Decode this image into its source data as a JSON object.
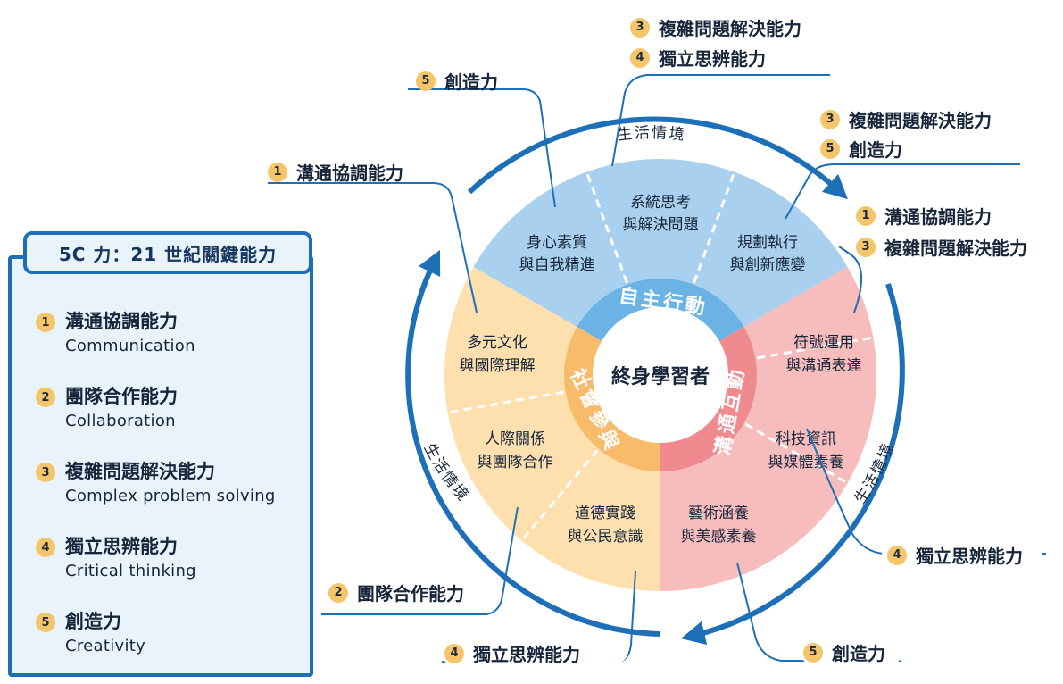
{
  "panel": {
    "title": "5C 力：21 世紀關鍵能力",
    "items": [
      {
        "num": "1",
        "zh": "溝通協調能力",
        "en": "Communication"
      },
      {
        "num": "2",
        "zh": "團隊合作能力",
        "en": "Collaboration"
      },
      {
        "num": "3",
        "zh": "複雜問題解決能力",
        "en": "Complex problem solving"
      },
      {
        "num": "4",
        "zh": "獨立思辨能力",
        "en": "Critical thinking"
      },
      {
        "num": "5",
        "zh": "創造力",
        "en": "Creativity"
      }
    ]
  },
  "center": "終身學習者",
  "domains": {
    "autonomous": "自主行動",
    "communication": "溝通互動",
    "social": "社會參與"
  },
  "segments": {
    "s1": [
      "身心素質",
      "與自我精進"
    ],
    "s2": [
      "系統思考",
      "與解決問題"
    ],
    "s3": [
      "規劃執行",
      "與創新應變"
    ],
    "s4": [
      "符號運用",
      "與溝通表達"
    ],
    "s5": [
      "科技資訊",
      "與媒體素養"
    ],
    "s6": [
      "藝術涵養",
      "與美感素養"
    ],
    "s7": [
      "道德實踐",
      "與公民意識"
    ],
    "s8": [
      "人際關係",
      "與團隊合作"
    ],
    "s9": [
      "多元文化",
      "與國際理解"
    ]
  },
  "life_context": "生活情境",
  "callouts": {
    "c1": [
      {
        "num": "5",
        "text": "創造力"
      }
    ],
    "c2": [
      {
        "num": "3",
        "text": "複雜問題解決能力"
      },
      {
        "num": "4",
        "text": "獨立思辨能力"
      }
    ],
    "c3": [
      {
        "num": "3",
        "text": "複雜問題解決能力"
      },
      {
        "num": "5",
        "text": "創造力"
      }
    ],
    "c4": [
      {
        "num": "1",
        "text": "溝通協調能力"
      },
      {
        "num": "3",
        "text": "複雜問題解決能力"
      }
    ],
    "c5": [
      {
        "num": "1",
        "text": "溝通協調能力"
      }
    ],
    "c6": [
      {
        "num": "4",
        "text": "獨立思辨能力"
      }
    ],
    "c7": [
      {
        "num": "5",
        "text": "創造力"
      }
    ],
    "c8": [
      {
        "num": "4",
        "text": "獨立思辨能力"
      }
    ],
    "c9": [
      {
        "num": "2",
        "text": "團隊合作能力"
      }
    ]
  },
  "colors": {
    "blue_light": "#a9d0ee",
    "blue_mid": "#6bb3e4",
    "pink_light": "#f7bcbc",
    "pink_mid": "#ef8a8e",
    "orange_light": "#fde0ae",
    "orange_mid": "#f8bb6a",
    "accent": "#1d6fb8",
    "badge": "#f5c56a"
  }
}
